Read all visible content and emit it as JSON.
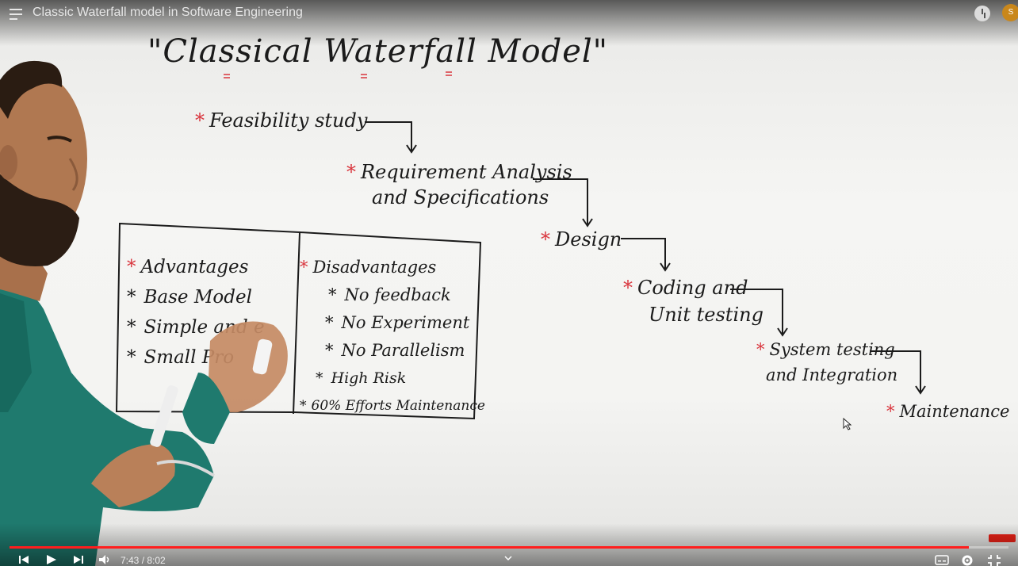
{
  "player": {
    "video_title": "Classic Waterfall model in Software Engineering",
    "time_current": "7:43",
    "time_total": "8:02",
    "time_label": "7:43 / 8:02",
    "progress_fraction": 0.96,
    "accent_color": "#ff1e1e"
  },
  "whiteboard": {
    "title": "\"Classical Waterfall Model\"",
    "steps": [
      {
        "line1": "Feasibility study",
        "line2": ""
      },
      {
        "line1": "Requirement Analysis",
        "line2": "and Specifications"
      },
      {
        "line1": "Design",
        "line2": ""
      },
      {
        "line1": "Coding and",
        "line2": "Unit testing"
      },
      {
        "line1": "System testing",
        "line2": "and Integration"
      },
      {
        "line1": "Maintenance",
        "line2": ""
      }
    ],
    "advantages": {
      "heading": "Advantages",
      "items": [
        "Base Model",
        "Simple and e",
        "Small Pro"
      ]
    },
    "disadvantages": {
      "heading": "Disadvantages",
      "items": [
        "No feedback",
        "No Experiment",
        "No Parallelism",
        "High Risk",
        "60% Efforts Maintenance"
      ]
    }
  },
  "icons": {
    "menu": "menu-icon",
    "clock": "clock-icon",
    "avatar": "avatar-icon",
    "prev": "previous-icon",
    "play": "play-icon",
    "next": "next-icon",
    "volume": "volume-icon",
    "chevron": "chevron-down-icon",
    "captions": "captions-icon",
    "settings": "gear-icon",
    "fullscreen": "exit-fullscreen-icon"
  }
}
